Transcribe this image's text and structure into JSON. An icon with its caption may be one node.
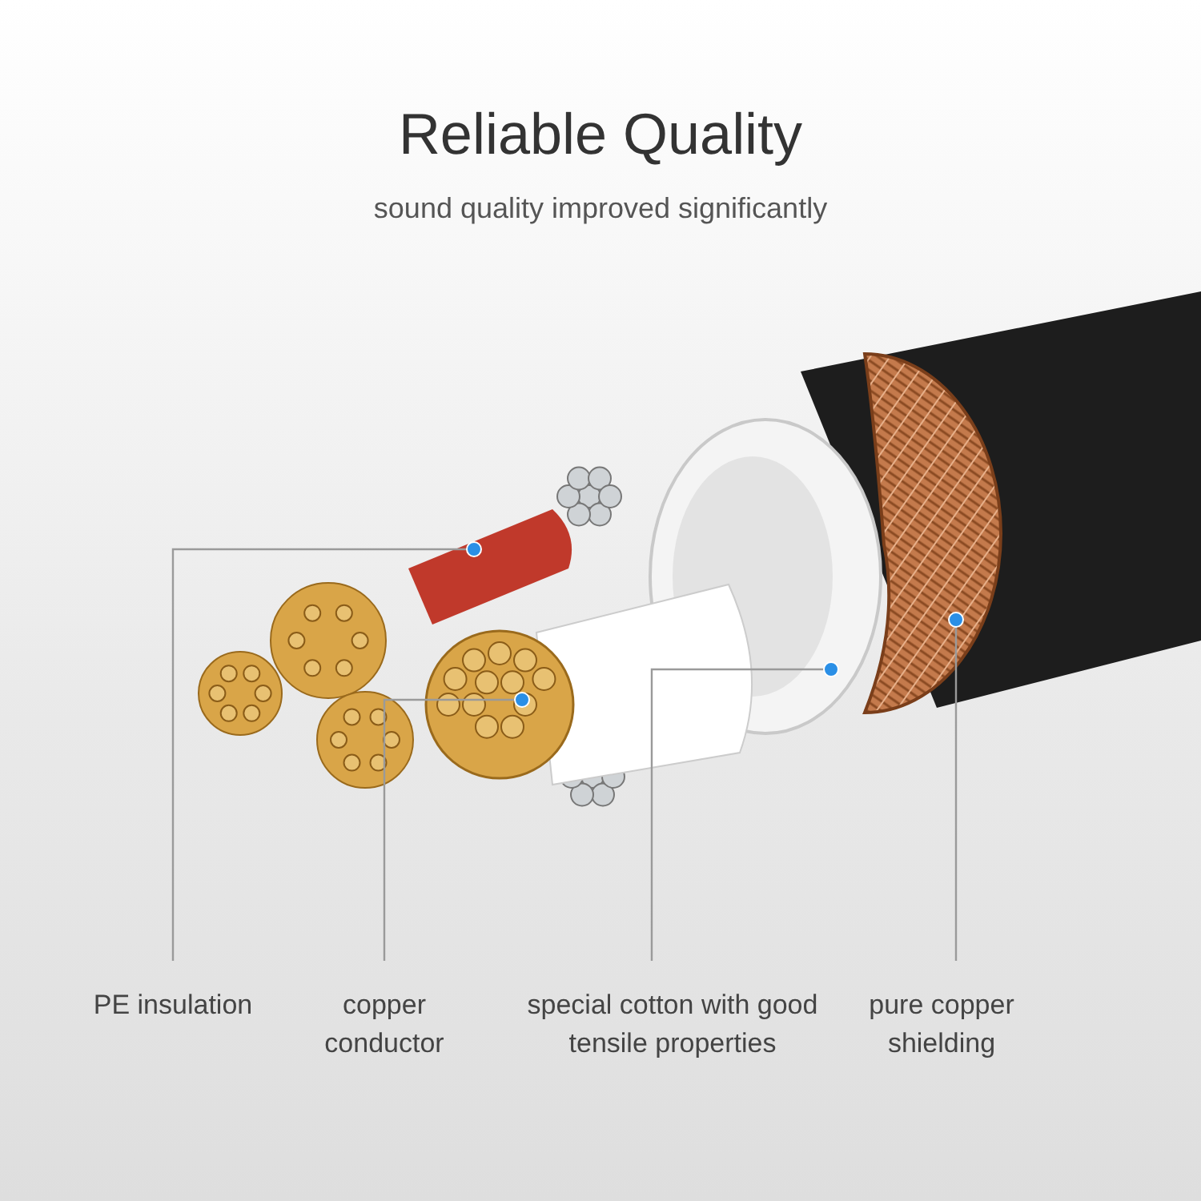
{
  "diagram": {
    "title": "Reliable Quality",
    "nodes": [
      {
        "text": [
          "PE insulation"
        ]
      },
      {
        "text": [
          "copper conductor"
        ]
      },
      {
        "text": [
          "special cotton with good tensile properties"
        ]
      },
      {
        "text": [
          "pure copper shielding"
        ]
      },
      {
        "text": [],
        "shape": "picture"
      },
      {
        "text": [],
        "shape": "picture"
      },
      {
        "text": [],
        "shape": "picture"
      },
      {
        "text": [],
        "shape": "picture"
      }
    ],
    "edges": [
      {
        "from": 0,
        "to": 4,
        "arrow": "other"
      },
      {
        "from": 1,
        "to": 5,
        "arrow": "other"
      },
      {
        "from": 2,
        "to": 6,
        "arrow": "other"
      },
      {
        "from": 3,
        "to": 7,
        "arrow": "other"
      }
    ],
    "labels": [
      "sound quality improved significantly"
    ]
  }
}
